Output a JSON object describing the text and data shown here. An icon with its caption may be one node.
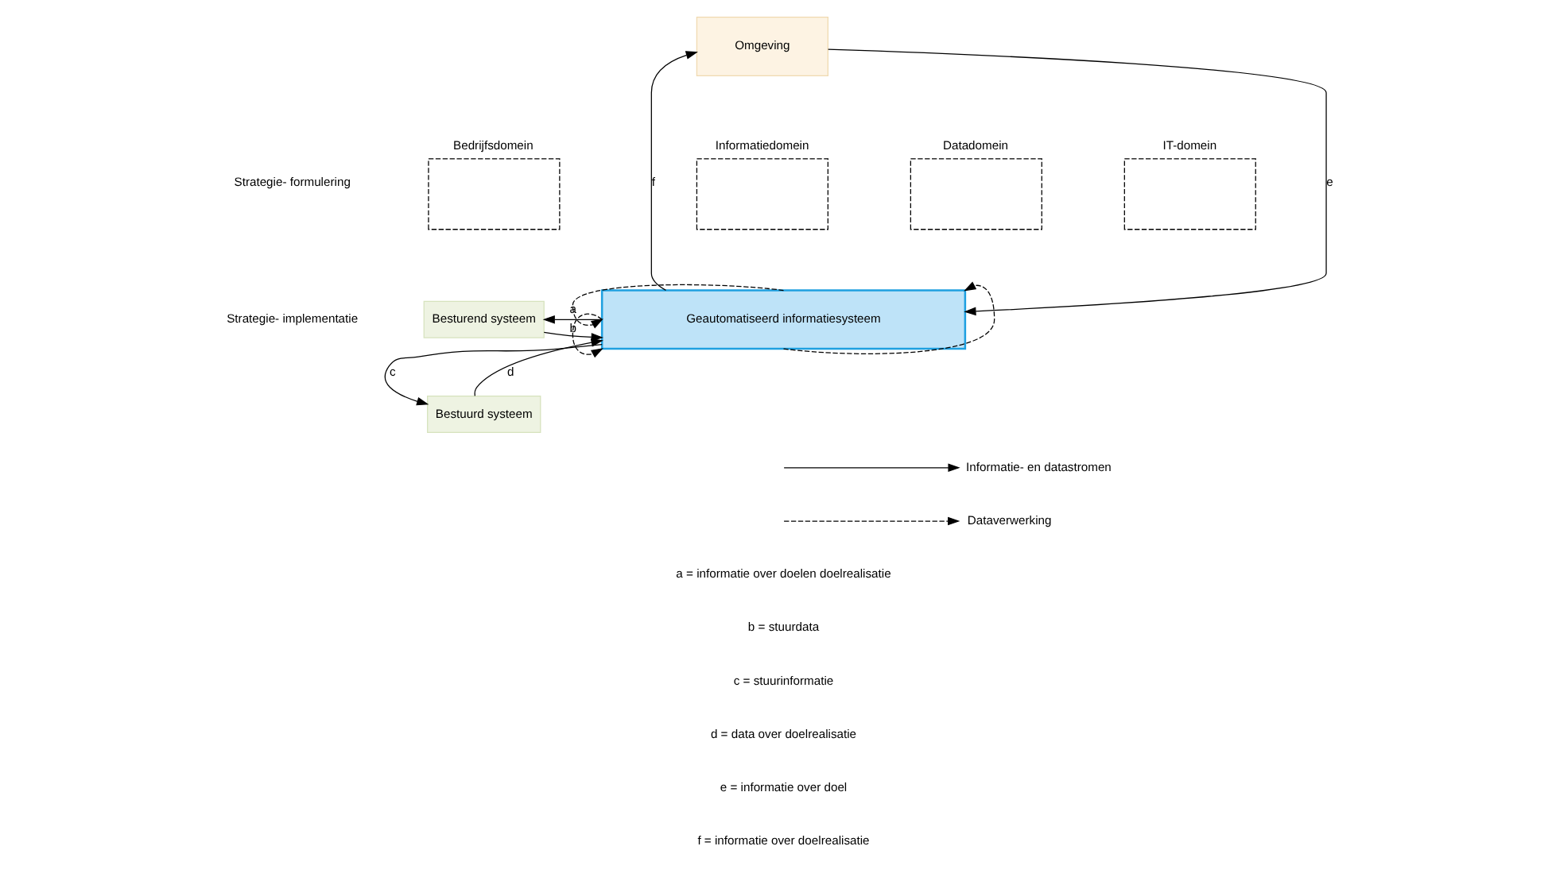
{
  "diagram": {
    "nodes": [
      {
        "text": [
          "Omgeving"
        ]
      },
      {
        "text": [
          "Bedrijfsdomein"
        ]
      },
      {
        "text": [
          "Informatiedomein"
        ]
      },
      {
        "text": [
          "Datadomein"
        ]
      },
      {
        "text": [
          "IT-domein"
        ]
      },
      {
        "text": [
          "Besturend systeem"
        ]
      },
      {
        "text": [
          "Bestuurd systeem"
        ]
      },
      {
        "text": [
          "Geautomatiseerd informatiesysteem"
        ]
      }
    ],
    "edges": [
      {
        "from": 0,
        "to": 7,
        "arrow": "to",
        "label": "e"
      },
      {
        "from": 7,
        "to": 0,
        "arrow": "to",
        "label": "f"
      },
      {
        "from": 7,
        "to": 5,
        "arrow": "to",
        "label": "a"
      },
      {
        "from": 5,
        "to": 7,
        "arrow": "to",
        "label": "b"
      },
      {
        "from": 7,
        "to": 6,
        "arrow": "to",
        "label": "c"
      },
      {
        "from": 6,
        "to": 7,
        "arrow": "to",
        "label": "d"
      },
      {
        "from": 7,
        "to": 7,
        "arrow": "to",
        "style": "dashed"
      },
      {
        "from": 7,
        "to": 7,
        "arrow": "to",
        "style": "dashed"
      },
      {
        "from": 7,
        "to": 7,
        "arrow": "to",
        "style": "dashed"
      }
    ],
    "labels": [
      "Strategie- formulering",
      "Strategie- implementatie",
      "a = informatie over doelen doelrealisatie",
      "b = stuurdata",
      "c = stuurinformatie",
      "d = data over doelrealisatie",
      "e = informatie over doel",
      "f = informatie over doelrealisatie"
    ],
    "legend": [
      {
        "text": "Informatie- en datastromen"
      },
      {
        "text": "Dataverwerking"
      }
    ]
  }
}
